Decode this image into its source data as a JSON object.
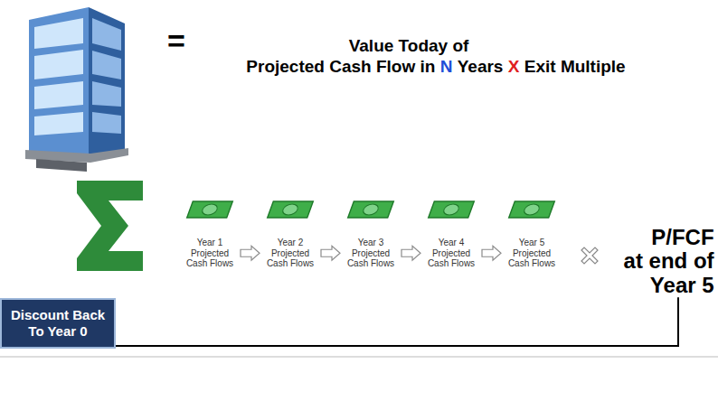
{
  "diagram": {
    "nodes": [
      {
        "text": [
          "Year 1 Projected Cash Flows"
        ]
      },
      {
        "text": [
          "Year 2 Projected Cash Flows"
        ]
      },
      {
        "text": [
          "Year 3 Projected Cash Flows"
        ]
      },
      {
        "text": [
          "Year 4 Projected Cash Flows"
        ]
      },
      {
        "text": [
          "Year 5 Projected Cash Flows"
        ]
      },
      {
        "text": [
          "P/FCF at end of Year 5"
        ]
      },
      {
        "text": [
          "Discount Back To Year 0"
        ]
      }
    ],
    "edges": [
      {
        "from": 0,
        "to": 1,
        "arrow": "to"
      },
      {
        "from": 1,
        "to": 2,
        "arrow": "to"
      },
      {
        "from": 2,
        "to": 3,
        "arrow": "to"
      },
      {
        "from": 3,
        "to": 4,
        "arrow": "to"
      },
      {
        "from": 5,
        "to": 6,
        "arrow": "none"
      }
    ],
    "labels": [
      "=",
      "Value Today of",
      "Projected Cash Flow in",
      "N",
      "Years",
      "X",
      "Exit Multiple"
    ]
  }
}
